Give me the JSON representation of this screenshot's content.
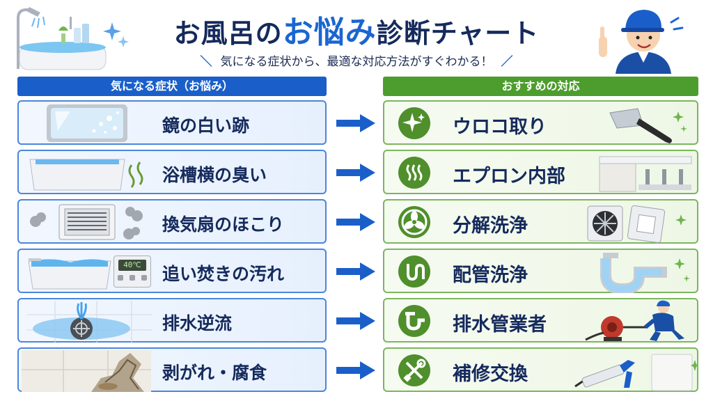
{
  "header": {
    "title_prefix": "お風呂の",
    "title_accent": "お悩み",
    "title_suffix": "診断チャート",
    "subtitle": "気になる症状から、最適な対応方法がすぐわかる！",
    "subtitle_mark_left": "＼",
    "subtitle_mark_right": "／"
  },
  "columns": {
    "symptoms": "気になる症状（お悩み）",
    "actions": "おすすめの対応"
  },
  "rows": [
    {
      "symptom": "鏡の白い跡",
      "action": "ウロコ取り",
      "symptom_icon": "mirror-icon",
      "action_icon": "sparkle-icon",
      "tool_icon": "scraper-icon"
    },
    {
      "symptom": "浴槽横の臭い",
      "action": "エプロン内部",
      "symptom_icon": "bathtub-odor-icon",
      "action_icon": "steam-icon",
      "tool_icon": "bathtub-apron-icon"
    },
    {
      "symptom": "換気扇のほこり",
      "action": "分解洗浄",
      "symptom_icon": "vent-fan-dust-icon",
      "action_icon": "fan-icon",
      "tool_icon": "fan-parts-icon"
    },
    {
      "symptom": "追い焚きの汚れ",
      "action": "配管洗浄",
      "symptom_icon": "reheat-panel-icon",
      "action_icon": "pipe-icon",
      "tool_icon": "pipe-cleaning-icon",
      "panel_temp": "40℃"
    },
    {
      "symptom": "排水逆流",
      "action": "排水管業者",
      "symptom_icon": "drain-overflow-icon",
      "action_icon": "drain-pipe-icon",
      "tool_icon": "plumber-icon"
    },
    {
      "symptom": "剥がれ・腐食",
      "action": "補修交換",
      "symptom_icon": "cracked-wall-icon",
      "action_icon": "tools-icon",
      "tool_icon": "caulk-gun-icon"
    }
  ],
  "colors": {
    "blue": "#1a5fc9",
    "green": "#4d9d2e",
    "navy": "#152a5c"
  }
}
